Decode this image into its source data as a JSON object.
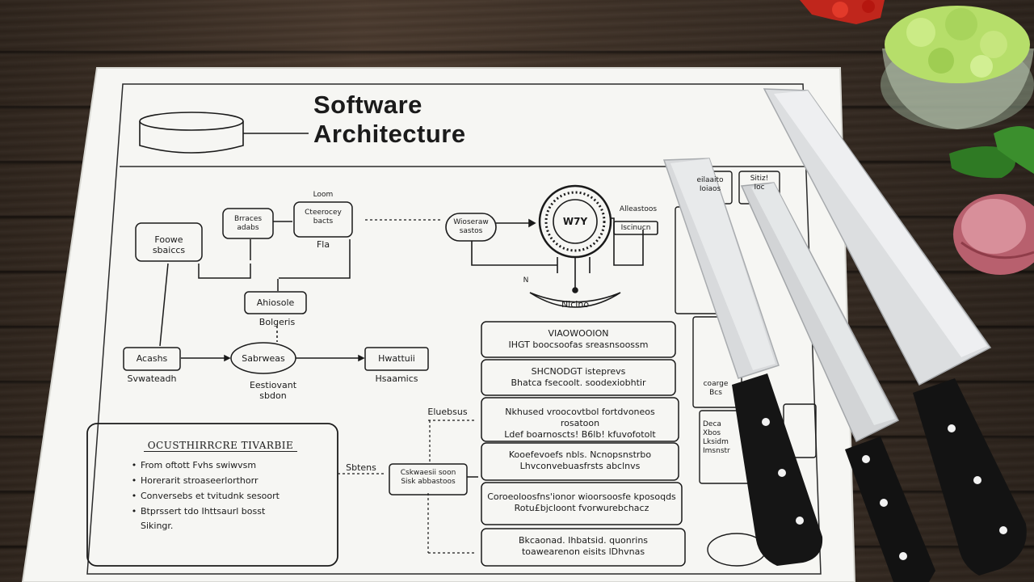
{
  "title": {
    "line1": "Software",
    "line2": "Architecture"
  },
  "left_diagram": {
    "top_labels": [
      "Foowe\nsbaiccs",
      "Brraces\nadabs",
      "Cteerocey\nbacts",
      "Fla",
      "Loom"
    ],
    "service_box": "Ahiosole",
    "service_sub": "Bolgeris",
    "left_box": "Acashs",
    "left_sub": "Svwateadh",
    "ellipse": "Sabrweas",
    "ellipse_sub": "Eestiovant\nsbdon",
    "right_box": "Hwattuii",
    "right_sub": "Hsaamics"
  },
  "center_diagram": {
    "pill": "Wioseraw\nsastos",
    "gear": "W7Y",
    "gear_label_top": "Alleastoos",
    "gear_box": "Iscinucn",
    "bottom": "Nicino",
    "bottom_label": "N"
  },
  "stack": [
    "VIAOWOOION\nIHGT boocsoofas sreasnsoossm",
    "SHCNODGT isteprevs\nBhatca fsecoolt. soodexiobhtir",
    "Nkhused vroocovtbol fortdvoneos rosatoon\nLdef boarnoscts! B6lb! kfuvofotolt",
    "Kooefevoefs nbls. Ncnopsnstrbo\nLhvconvebuasfrsts abclnvs",
    "Coroeoloosfns'ionor wioorsoosfe kposoqds\nRotu£bjcloont fvorwurebchacz",
    "Bkcaonad. Ihbatsid. quonrins\ntoawearenon eisits lDhvnas"
  ],
  "side_labels": {
    "sbtens": "Sbtens",
    "eluebsus": "Eluebsus",
    "mid_box": "Cskwaesii soon\nSisk abbastoos"
  },
  "notes": {
    "title": "OCUSTHIRRCRE TIVARBIE",
    "items": [
      "From oftott Fvhs swiwvsm",
      "Horerarit stroaseerlorthorr",
      "Conversebs et tvitudnk sesoort",
      "Btprssert tdo Ihttsaurl bosst"
    ],
    "footer": "Sikingr."
  },
  "right_clipped": [
    "eilaaito\nIoiaos",
    "Sitiz!\nIoc",
    "Deca\nXbos\nLksidm\nImsnstr",
    "coarge\nBcs"
  ],
  "colors": {
    "paper": "#f5f5f2",
    "ink": "#1a1a1a",
    "wood": "#3d3026",
    "knife_handle": "#111111",
    "blade": "#d7d9db"
  }
}
